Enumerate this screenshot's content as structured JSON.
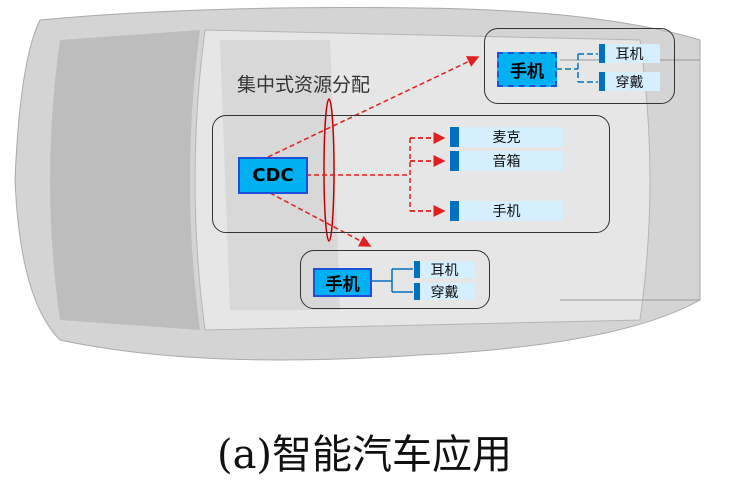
{
  "title_label": "集中式资源分配",
  "caption": "(a)智能汽车应用",
  "cdc": "CDC",
  "top_group": {
    "phone": "手机",
    "items": [
      "耳机",
      "穿戴"
    ]
  },
  "middle_group": {
    "items": [
      "麦克",
      "音箱",
      "手机"
    ]
  },
  "bottom_group": {
    "phone": "手机",
    "items": [
      "耳机",
      "穿戴"
    ]
  },
  "colors": {
    "box_fill": "#00b0f0",
    "item_fill": "#d6efff",
    "item_bar": "#0070c0",
    "arrow": "#e02020"
  }
}
